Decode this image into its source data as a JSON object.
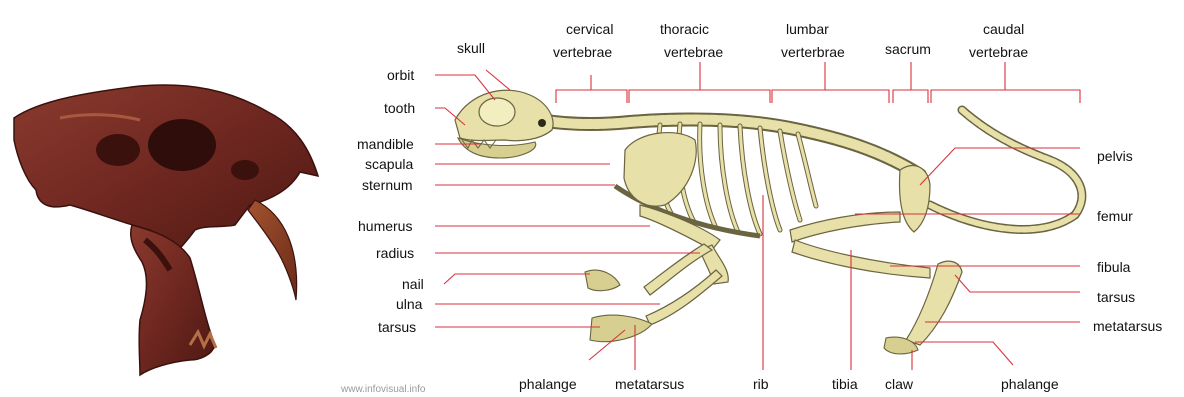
{
  "photo": {
    "name": "saber-tooth skull fossil photo"
  },
  "labels": {
    "skull": "skull",
    "orbit": "orbit",
    "tooth": "tooth",
    "mandible": "mandible",
    "scapula": "scapula",
    "sternum": "sternum",
    "humerus": "humerus",
    "radius": "radius",
    "nail": "nail",
    "ulna": "ulna",
    "tarsus_left": "tarsus",
    "cervical_1": "cervical",
    "cervical_2": "vertebrae",
    "thoracic_1": "thoracic",
    "thoracic_2": "vertebrae",
    "lumbar_1": "lumbar",
    "lumbar_2": "verterbrae",
    "sacrum": "sacrum",
    "caudal_1": "caudal",
    "caudal_2": "vertebrae",
    "pelvis": "pelvis",
    "femur": "femur",
    "fibula": "fibula",
    "tarsus_right": "tarsus",
    "metatarsus_right": "metatarsus",
    "phalange_left": "phalange",
    "metatarsus_bottom": "metatarsus",
    "rib": "rib",
    "tibia": "tibia",
    "claw": "claw",
    "phalange_right": "phalange"
  },
  "watermark": "www.infovisual.info",
  "colors": {
    "leader": "#d8323c",
    "bone": "#e7e0a8",
    "fossil": "#7a2a22"
  }
}
